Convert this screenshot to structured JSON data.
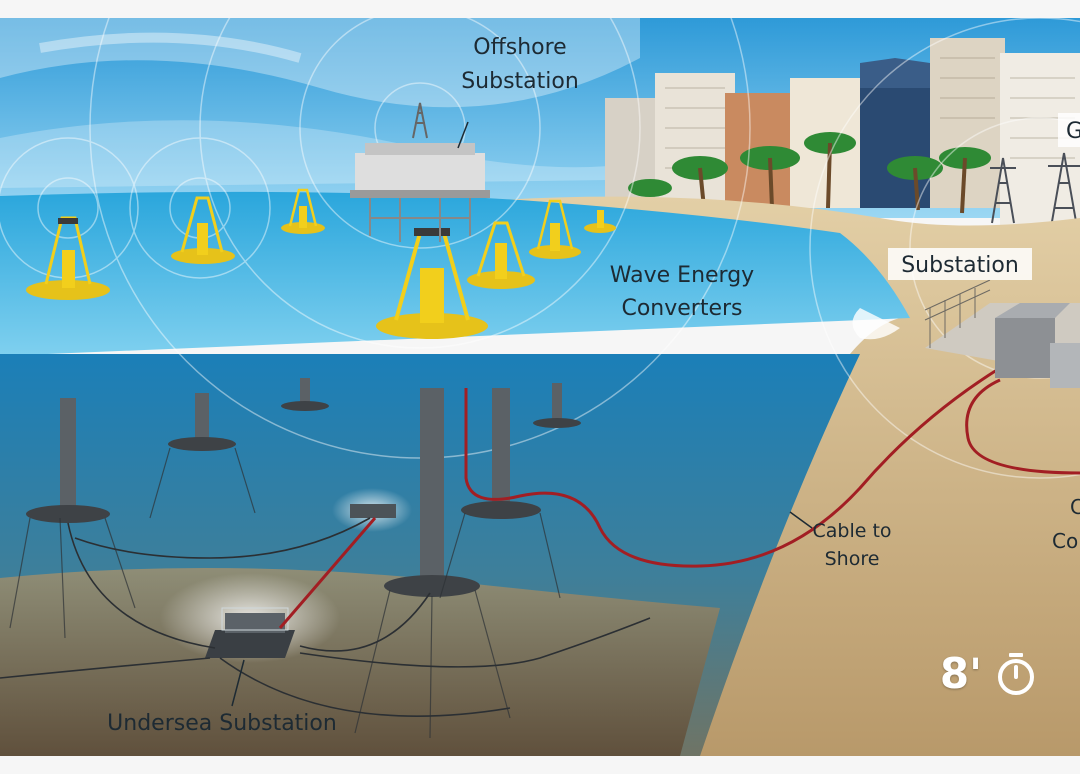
{
  "labels": {
    "offshore_substation_line1": "Offshore",
    "offshore_substation_line2": "Substation",
    "wave_energy_line1": "Wave Energy",
    "wave_energy_line2": "Converters",
    "substation": "Substation",
    "cable_line1": "Cable to",
    "cable_line2": "Shore",
    "undersea_substation": "Undersea Substation",
    "edge_g": "G",
    "edge_c": "C",
    "edge_co": "Co"
  },
  "overlay": {
    "timer_value": "8'",
    "timer_icon": "stopwatch-icon"
  },
  "colors": {
    "sky": "#3aa7e0",
    "sea_surface": "#56c1ea",
    "underwater": "#1f6e9e",
    "seabed": "#b69a6d",
    "buoy": "#f2cf1c",
    "cable": "#a21e23",
    "sand": "#e7d4ae"
  }
}
